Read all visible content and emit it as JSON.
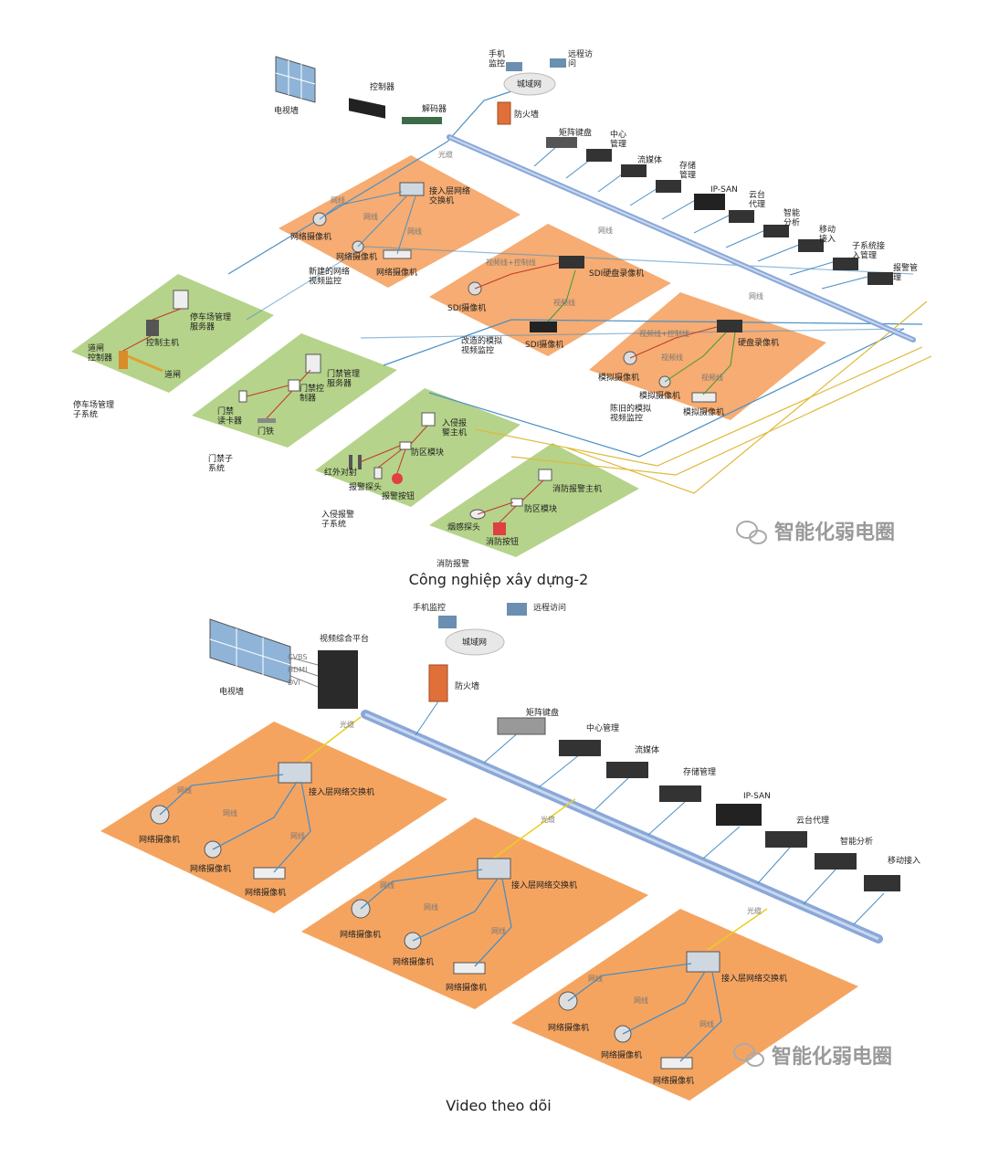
{
  "diagram1": {
    "caption": "Công nghiệp xây dựng-2",
    "tv_wall": "电视墙",
    "controller": "控制器",
    "decoder": "解码器",
    "fiber": "光缆",
    "phone_monitor": "手机\n监控",
    "remote_access": "远程访\n问",
    "wan": "城域网",
    "firewall": "防火墙",
    "backbone_devices": [
      "矩阵键盘",
      "中心\n管理",
      "流媒体",
      "存储\n管理",
      "IP-SAN",
      "云台\n代理",
      "智能\n分析",
      "移动\n接入",
      "子系统接\n入管理",
      "报警管\n理"
    ],
    "network_line": "网线",
    "new_video": {
      "switch": "接入层网络\n交换机",
      "cam1": "网络摄像机",
      "cam2": "网络摄像机",
      "cam3": "网络摄像机",
      "line": "网线",
      "title": "新建的网络\n视频监控"
    },
    "sdi": {
      "line_top": "视频线+控制线",
      "dvr": "SDI硬盘录像机",
      "video_line": "视频线",
      "cam1": "SDI摄像机",
      "cam2": "SDI摄像机",
      "title": "改造的模拟\n视频监控"
    },
    "analog": {
      "line_top": "视频线+控制线",
      "dvr": "硬盘录像机",
      "line1": "视频线",
      "line2": "视频线",
      "cam1": "模拟摄像机",
      "cam2": "模拟摄像机",
      "cam3": "模拟摄像机",
      "title": "陈旧的模拟\n视频监控"
    },
    "parking": {
      "server": "停车场管理\n服务器",
      "host": "控制主机",
      "gate_ctrl": "道闸\n控制器",
      "gate": "道闸",
      "title": "停车场管理\n子系统"
    },
    "access": {
      "server": "门禁管理\n服务器",
      "ctrl": "门禁控\n制器",
      "reader": "门禁\n读卡器",
      "lock": "门铁",
      "title": "门禁子\n系统"
    },
    "intrusion": {
      "host": "入侵报\n警主机",
      "zone": "防区模块",
      "ir": "红外对射",
      "detector": "报警探头",
      "button": "报警按钮",
      "title": "入侵报警\n子系统"
    },
    "fire": {
      "host": "消防报警主机",
      "zone": "防区模块",
      "smoke": "烟感探头",
      "button": "消防按钮",
      "title": "消防报警"
    },
    "watermark": "智能化弱电圈"
  },
  "diagram2": {
    "caption": "Video theo dõi",
    "tv_wall": "电视墙",
    "platform": "视频综合平台",
    "ports": [
      "CVBS",
      "HDMI",
      "DVI"
    ],
    "fiber": "光缆",
    "phone_monitor": "手机监控",
    "remote_access": "远程访问",
    "wan": "城域网",
    "firewall": "防火墙",
    "backbone_devices": [
      "矩阵键盘",
      "中心管理",
      "流媒体",
      "存储管理",
      "IP-SAN",
      "云台代理",
      "智能分析",
      "移动接入"
    ],
    "zone_switch": "接入层网络交换机",
    "camera": "网络摄像机",
    "net_line": "网线",
    "watermark": "智能化弱电圈"
  }
}
